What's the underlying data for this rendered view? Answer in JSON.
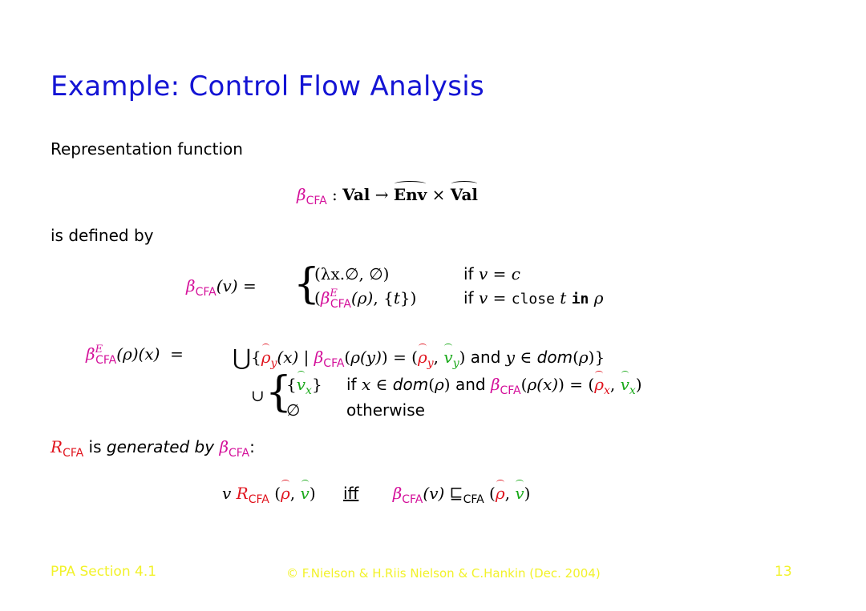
{
  "slide": {
    "title": "Example: Control Flow Analysis",
    "intro": "Representation function",
    "defined_by": "is defined by",
    "generated_by_text": "generated by",
    "is_text": "is",
    "footer": {
      "left": "PPA Section 4.1",
      "center": "© F.Nielson & H.Riis Nielson & C.Hankin (Dec. 2004)",
      "page": "13"
    }
  },
  "math": {
    "beta": "β",
    "cfa": "CFA",
    "signature_rest": ": ",
    "val": "Val",
    "arrow": "→",
    "env": "Env",
    "times": "×",
    "case1_left": "(λx.∅, ∅)",
    "case1_cond_if": "if",
    "case1_cond": "v = c",
    "case2_cond_if": "if",
    "case2_cond_pre": "v = ",
    "close_kw": "close",
    "in_kw": "in",
    "otherwise": "otherwise",
    "and_kw": "and",
    "dom": "dom",
    "iff": "iff"
  },
  "colors": {
    "title": "#1414d4",
    "beta": "#d4109a",
    "rho_hat": "#e0141e",
    "v_hat": "#1aa91a",
    "footer": "#f2f22a"
  }
}
